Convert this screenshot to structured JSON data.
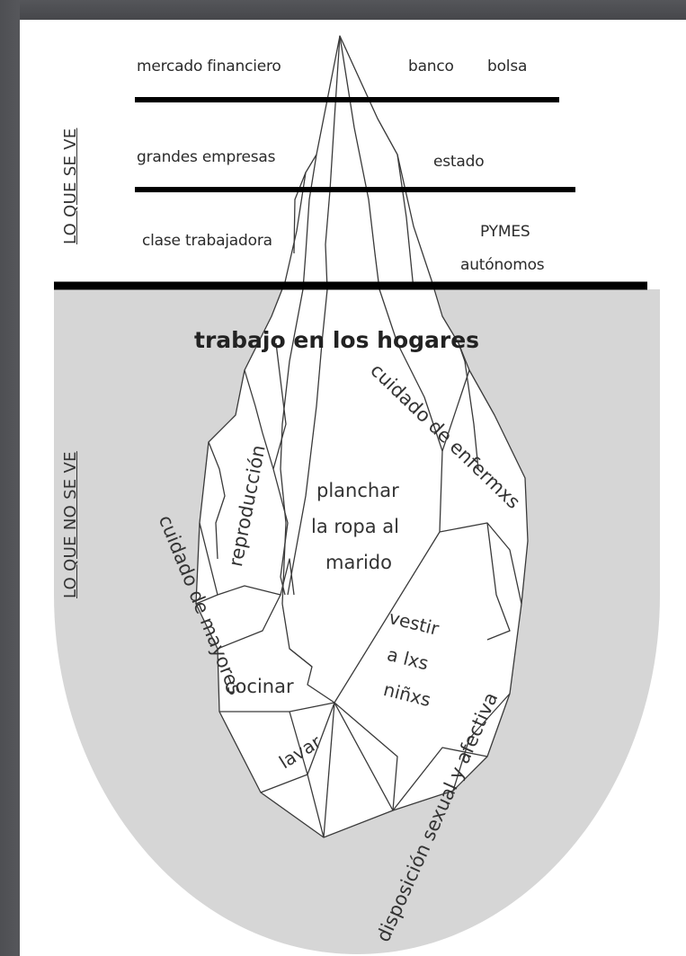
{
  "side_labels": {
    "visible": "LO QUE SE VE",
    "hidden": "LO QUE NO SE VE"
  },
  "above_water": {
    "level1": {
      "left": "mercado financiero",
      "right_a": "banco",
      "right_b": "bolsa"
    },
    "level2": {
      "left": "grandes empresas",
      "right": "estado"
    },
    "level3": {
      "left": "clase trabajadora",
      "right_line1": "PYMES",
      "right_line2": "autónomos"
    }
  },
  "below_water": {
    "heading": "trabajo en los hogares",
    "reproduccion": "reproducción",
    "cuidado_enfermxs": "cuidado de enfermxs",
    "planchar": [
      "planchar",
      "la ropa al",
      "marido"
    ],
    "cuidado_mayores": "cuidado de mayores",
    "vestir": [
      "vestir",
      "a lxs",
      "niñxs"
    ],
    "cocinar": "cocinar",
    "lavar": "lavar",
    "disposicion": "disposición sexual y afectiva"
  },
  "colors": {
    "water": "#d6d6d6",
    "frame": "#4a4a4d",
    "line": "#000000"
  }
}
